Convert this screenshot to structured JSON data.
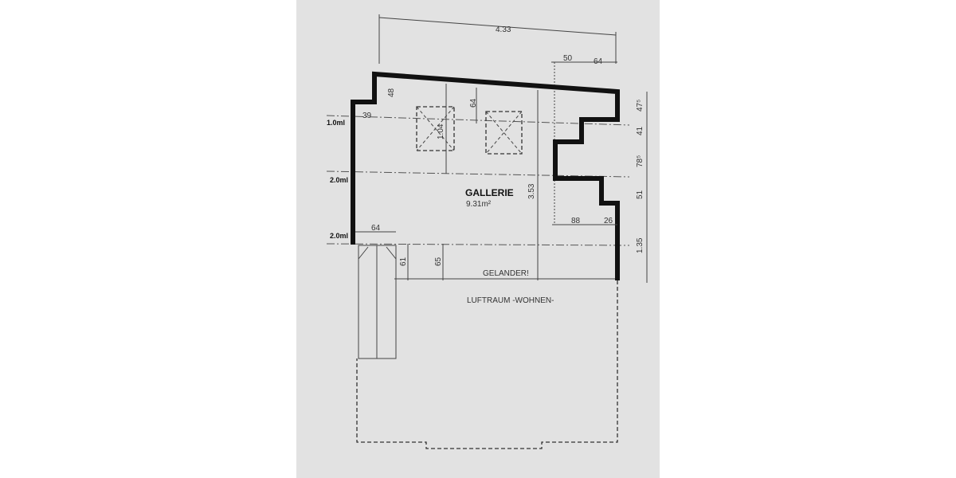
{
  "plan": {
    "room_name": "GALLERIE",
    "room_area": "9.31m²",
    "railing_label": "GELANDER!",
    "void_label": "LUFTRAUM -WOHNEN-",
    "dimensions": {
      "top_width": "4.33",
      "top_right_a": "50",
      "top_right_b": "64",
      "left_top": "48",
      "left_offset": "39",
      "skylight_height": "1.04",
      "skylight_offset": "64",
      "room_height": "3.53",
      "right_a": "88",
      "right_b": "26",
      "bottom_left": "64",
      "bottom_a": "61",
      "bottom_b": "65",
      "side_1": "47⁵",
      "side_2": "41",
      "side_3": "78⁵",
      "side_4": "51",
      "side_5": "1.35"
    },
    "heights": [
      "1.0ml",
      "2.0ml",
      "2.0ml"
    ]
  },
  "colors": {
    "paper": "#e2e2e2",
    "wall": "#111111"
  }
}
